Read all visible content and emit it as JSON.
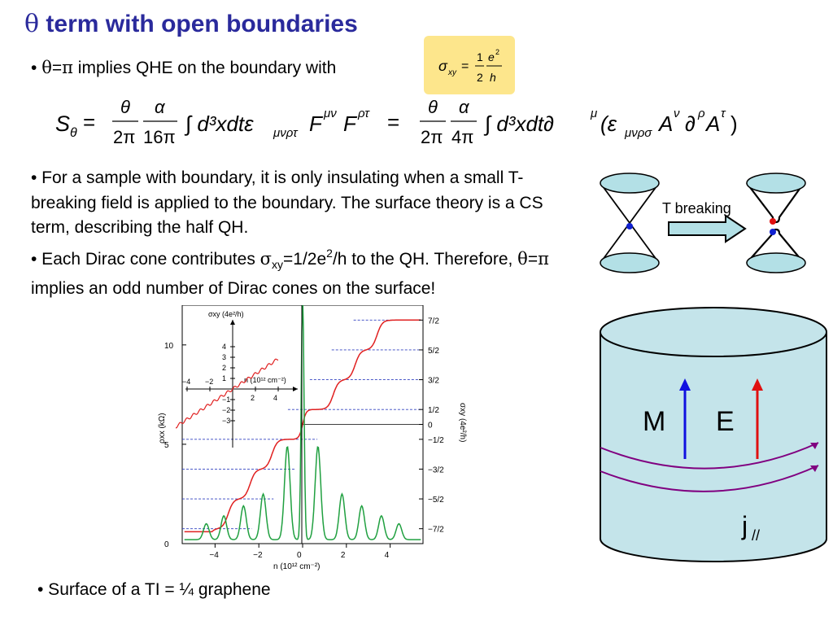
{
  "title": {
    "theta": "θ",
    "text": "term with open boundaries"
  },
  "bullet1": {
    "bullet": "•",
    "theta": "θ",
    "eq": "=",
    "pi": "π",
    "text": "implies QHE on the boundary with"
  },
  "sigma_formula": {
    "sigma": "σ",
    "sub": "xy",
    "eq": "=",
    "one": "1",
    "two": "2",
    "e": "e",
    "sq": "2",
    "h": "h"
  },
  "action": {
    "lhs": "S",
    "lhs_sub": "θ",
    "t1_num": "θ",
    "t1_den": "2π",
    "t2_num": "α",
    "t2_den": "16π",
    "term1": "∫ d³xdtε",
    "term1_sub": "μνρτ",
    "term1_F1": "F",
    "term1_F1_sup": "μν",
    "term1_F2": "F",
    "term1_F2_sup": "ρτ",
    "t3_num": "θ",
    "t3_den": "2π",
    "t4_num": "α",
    "t4_den": "4π",
    "term2_a": "∫ d³xdt∂",
    "term2_a_sup": "μ",
    "term2_b": "(ε",
    "term2_b_sub": "μνρσ",
    "term2_c": "A",
    "term2_c_sup": "ν",
    "term2_d": "∂",
    "term2_d_sup": "ρ",
    "term2_e": "A",
    "term2_e_sup": "τ",
    "term2_f": ")"
  },
  "para": {
    "p1": "• For a sample with boundary, it is only insulating when a small T-breaking field is applied to the boundary. The surface theory is a CS term, describing the half QH.",
    "p2_a": "• Each Dirac cone contributes ",
    "p2_sigma": "σ",
    "p2_sub": "xy",
    "p2_b": "=1/2e",
    "p2_sup": "2",
    "p2_c": "/h to the QH. Therefore, ",
    "p2_theta": "θ",
    "p2_eq": "=",
    "p2_pi": "π",
    "p2_d": " implies an odd number of Dirac cones on the surface!"
  },
  "dirac": {
    "label": "T breaking"
  },
  "cylinder": {
    "M": "M",
    "E": "E",
    "j": "j",
    "j_sub": "//"
  },
  "colors": {
    "title": "#2a2a9c",
    "highlight": "#fde68c",
    "cone_fill": "#b3e0e6",
    "cylinder_fill": "#c4e4ea",
    "arrow_M": "#1010e0",
    "arrow_E": "#e01010",
    "current": "#800080",
    "rho_curve": "#e02020",
    "sigma_curve": "#20a040"
  },
  "chart_data": {
    "type": "line",
    "title": "",
    "xlabel": "n (10¹² cm⁻²)",
    "ylabel_left": "ρxx (kΩ)",
    "ylabel_right": "σxy (4e²/h)",
    "xlim": [
      -5.5,
      5.5
    ],
    "ylim_left": [
      0,
      12
    ],
    "x_ticks": [
      "−4",
      "−2",
      "0",
      "2",
      "4"
    ],
    "y_ticks_left": [
      "0",
      "5",
      "10"
    ],
    "right_ticks": [
      "7/2",
      "5/2",
      "3/2",
      "1/2",
      "0",
      "−1/2",
      "−3/2",
      "−5/2",
      "−7/2"
    ],
    "inset": {
      "ylabel": "σxy (4e²/h)",
      "xlabel": "n (10¹² cm⁻²)",
      "x_ticks": [
        "−4",
        "−2",
        "2",
        "4"
      ],
      "y_ticks": [
        "4",
        "3",
        "2",
        "1",
        "−1",
        "−2",
        "−3"
      ]
    },
    "series": [
      {
        "name": "",
        "description": "sigma_xy steps (right axis, units 4e²/h)",
        "x": [
          -5.4,
          -4.4,
          -3.4,
          -2.4,
          -1.4,
          -0.3,
          0.3,
          1.4,
          2.4,
          3.4,
          4.4,
          5.4
        ],
        "values": [
          -3.5,
          -3.5,
          -2.5,
          -1.5,
          -0.5,
          -0.5,
          0.5,
          0.5,
          1.5,
          2.5,
          3.5,
          3.5
        ]
      },
      {
        "name": "",
        "description": "rho_xx peaks (left axis, kΩ)",
        "x": [
          -4.4,
          -3.6,
          -2.7,
          -1.8,
          -0.7,
          0,
          0.7,
          1.8,
          2.7,
          3.6,
          4.4
        ],
        "values": [
          0.8,
          1.2,
          1.7,
          2.3,
          4.7,
          12.3,
          4.7,
          2.3,
          1.7,
          1.2,
          0.8
        ]
      }
    ]
  }
}
